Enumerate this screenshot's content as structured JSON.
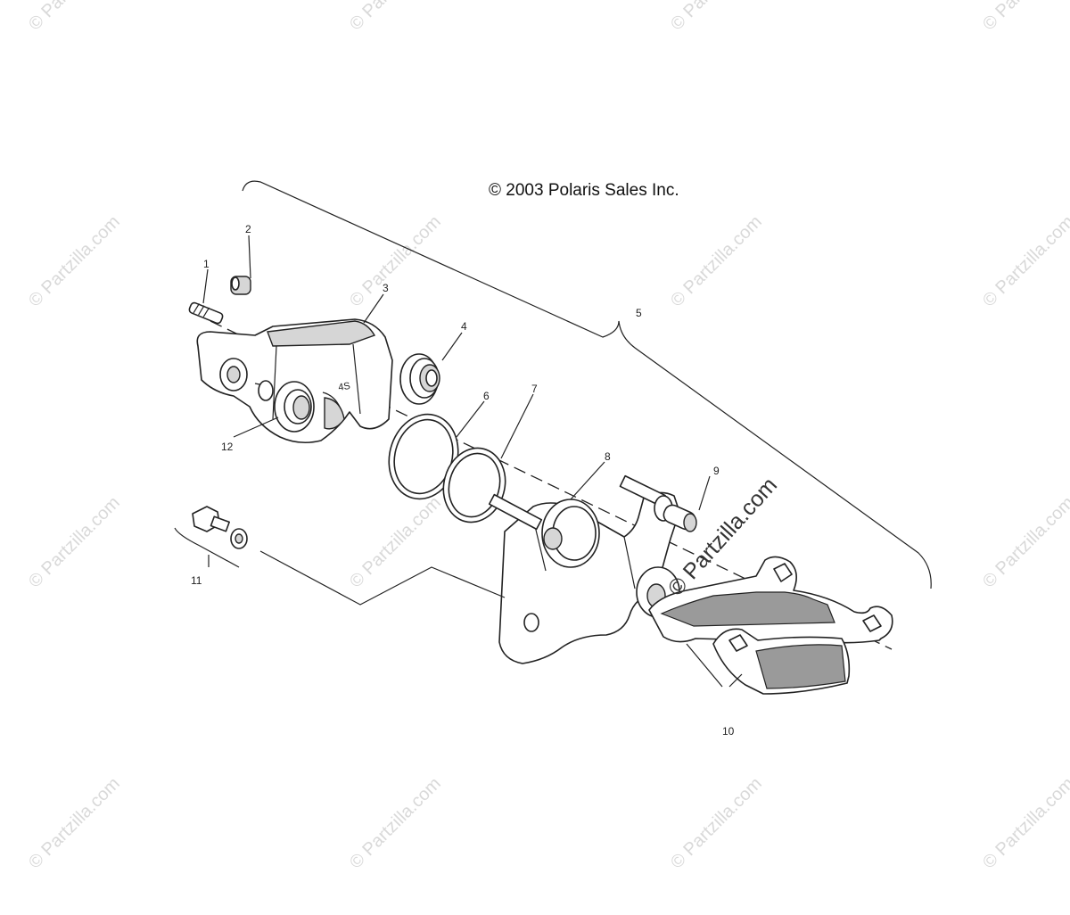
{
  "copyright": "© 2003 Polaris Sales Inc.",
  "watermark": "© Partzilla.com",
  "center_watermark": "© Partzilla.com",
  "callouts": {
    "c1": "1",
    "c2": "2",
    "c3": "3",
    "c4": "4",
    "c5": "5",
    "c6": "6",
    "c7": "7",
    "c8": "8",
    "c9": "9",
    "c10": "10",
    "c11": "11",
    "c12": "12"
  },
  "caliper_stamp": "4S"
}
